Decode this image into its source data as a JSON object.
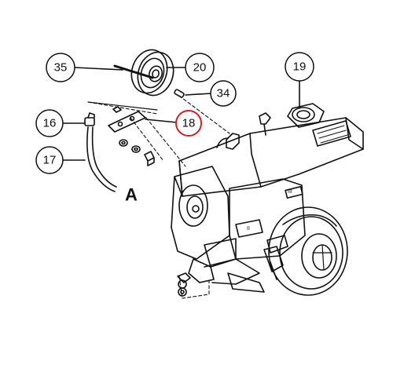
{
  "callouts": [
    {
      "id": "c35",
      "label": "35"
    },
    {
      "id": "c20",
      "label": "20"
    },
    {
      "id": "c19",
      "label": "19"
    },
    {
      "id": "c34",
      "label": "34"
    },
    {
      "id": "c16",
      "label": "16"
    },
    {
      "id": "c18",
      "label": "18"
    },
    {
      "id": "c17",
      "label": "17"
    }
  ],
  "view_label": "A",
  "colors": {
    "line": "#111111",
    "highlight_ring": "#d42020",
    "background": "#ffffff"
  }
}
